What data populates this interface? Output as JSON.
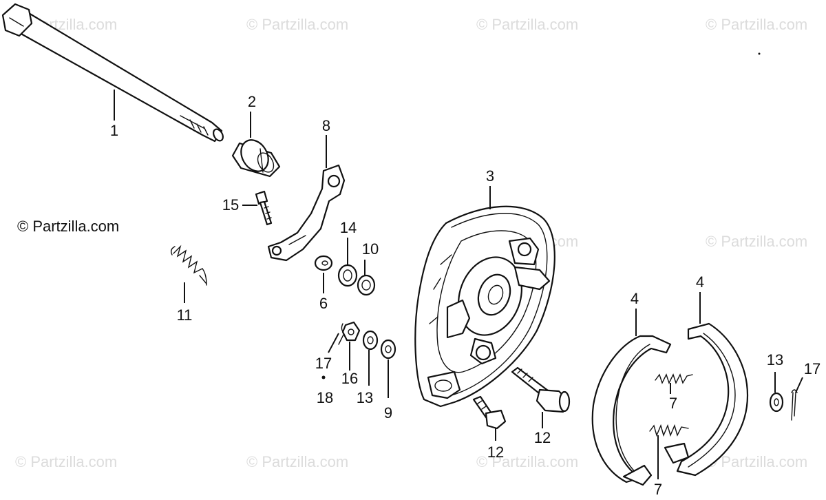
{
  "watermark": "© Partzilla.com",
  "copyright": "© Partzilla.com",
  "callouts": {
    "c1": "1",
    "c2": "2",
    "c3": "3",
    "c4a": "4",
    "c4b": "4",
    "c5": "15",
    "c6": "6",
    "c7a": "7",
    "c7b": "7",
    "c8": "8",
    "c9": "9",
    "c10": "10",
    "c11": "11",
    "c12a": "12",
    "c12b": "12",
    "c13a": "13",
    "c13b": "13",
    "c14": "14",
    "c16": "16",
    "c17a": "17",
    "c17b": "17",
    "c18": "18"
  }
}
